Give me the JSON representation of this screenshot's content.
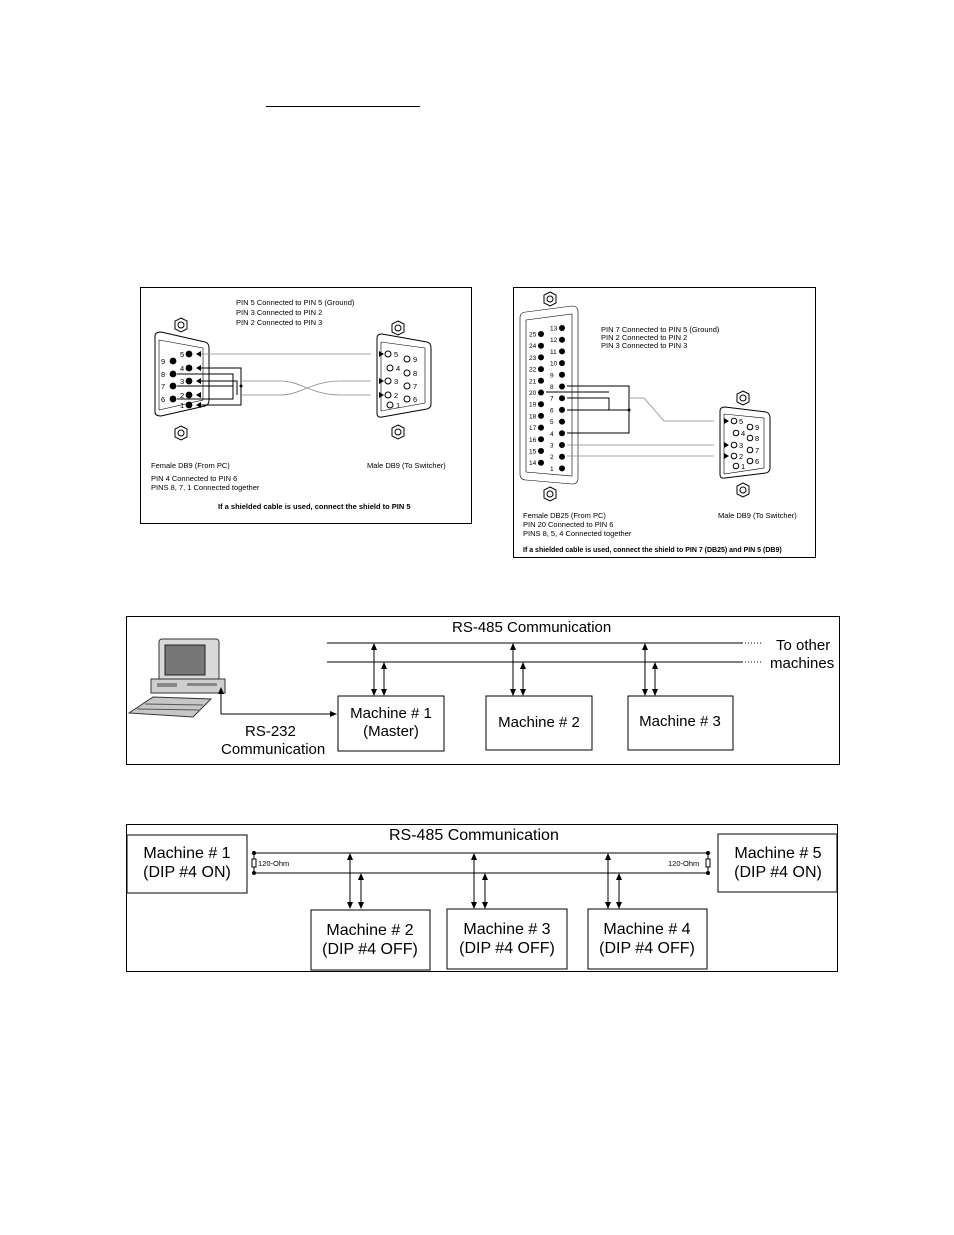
{
  "db9_diagram": {
    "notes": [
      "PIN 5 Connected to PIN 5 (Ground)",
      "PIN 3 Connected to PIN 2",
      "PIN 2 Connected to PIN 3"
    ],
    "left_pins_top": [
      "5",
      "4",
      "3",
      "2",
      "1"
    ],
    "left_pins_bottom": [
      "9",
      "8",
      "7",
      "6"
    ],
    "right_pins_top": [
      "5",
      "4",
      "3",
      "2",
      "1"
    ],
    "right_pins_bottom": [
      "9",
      "8",
      "7",
      "6"
    ],
    "left_caption": "Female DB9 (From PC)",
    "right_caption": "Male DB9 (To Switcher)",
    "bottom_notes": [
      "PIN 4 Connected to PIN 6",
      "PINS 8, 7, 1 Connected together"
    ],
    "shield_note": "If a shielded cable is used, connect the shield to PIN 5"
  },
  "db25_diagram": {
    "notes": [
      "PIN 7 Connected to PIN 5 (Ground)",
      "PIN 2 Connected to PIN 2",
      "PIN 3 Connected to PIN 3"
    ],
    "pins_right_col": [
      "13",
      "12",
      "11",
      "10",
      "9",
      "8",
      "7",
      "6",
      "5",
      "4",
      "3",
      "2",
      "1"
    ],
    "pins_left_col": [
      "25",
      "24",
      "23",
      "22",
      "21",
      "20",
      "19",
      "18",
      "17",
      "16",
      "15",
      "14"
    ],
    "db9_pins_top": [
      "5",
      "4",
      "3",
      "2",
      "1"
    ],
    "db9_pins_bottom": [
      "9",
      "8",
      "7",
      "6"
    ],
    "left_caption": "Female DB25 (From PC)",
    "right_caption": "Male DB9 (To Switcher)",
    "bottom_notes": [
      "PIN 20 Connected to PIN 6",
      "PINS 8, 5, 4 Connected together"
    ],
    "shield_note": "If a shielded cable is used, connect the shield to PIN 7 (DB25) and PIN 5 (DB9)"
  },
  "rs485_network": {
    "title": "RS-485 Communication",
    "other_machines": [
      "To other",
      "machines"
    ],
    "rs232_label": [
      "RS-232",
      "Communication"
    ],
    "machine1": [
      "Machine # 1",
      "(Master)"
    ],
    "machine2": "Machine # 2",
    "machine3": "Machine # 3"
  },
  "rs485_termination": {
    "title": "RS-485 Communication",
    "resistor_left": "120-Ohm",
    "resistor_right": "120-Ohm",
    "machine1": [
      "Machine # 1",
      "(DIP #4 ON)"
    ],
    "machine5": [
      "Machine # 5",
      "(DIP #4 ON)"
    ],
    "machine2": [
      "Machine # 2",
      "(DIP #4 OFF)"
    ],
    "machine3": [
      "Machine # 3",
      "(DIP #4 OFF)"
    ],
    "machine4": [
      "Machine # 4",
      "(DIP #4 OFF)"
    ]
  }
}
